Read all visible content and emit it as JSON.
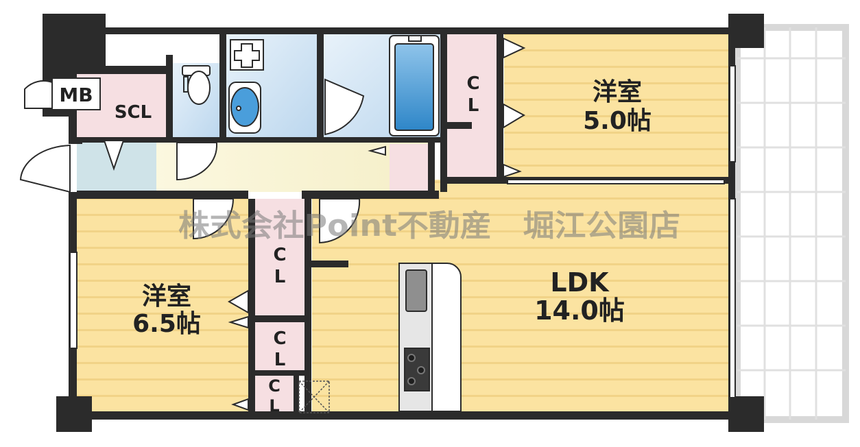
{
  "rooms": {
    "bedroom1": {
      "name": "洋室",
      "size": "5.0帖"
    },
    "bedroom2": {
      "name": "洋室",
      "size": "6.5帖"
    },
    "ldk": {
      "name": "LDK",
      "size": "14.0帖"
    },
    "mb": "MB",
    "scl": "SCL",
    "closet_c": "C",
    "closet_l": "L"
  },
  "watermark": "株式会社Point不動産　堀江公園店",
  "colors": {
    "wall": "#2b2b2b",
    "wood_floor": "#fbe3a1",
    "wood_stripe": "#f3d58a",
    "wet_area": "#cfe3f3",
    "closet": "#f6dfe2",
    "corridor": "#fbf5d8",
    "balcony_grid": "#d8d8d8"
  }
}
